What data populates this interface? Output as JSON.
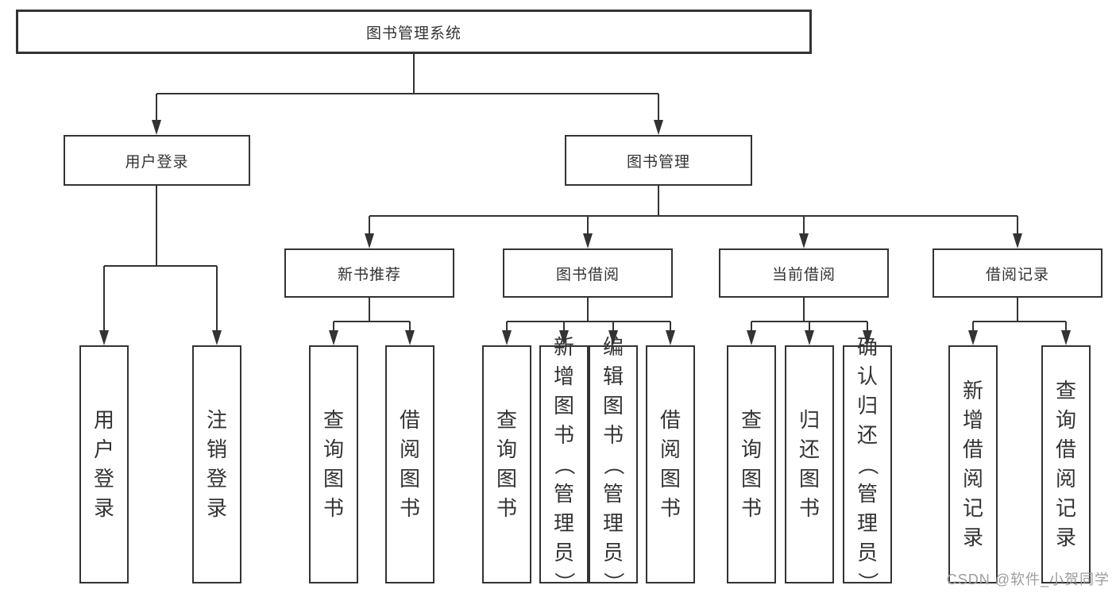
{
  "diagram": {
    "title_node": {
      "label": "图书管理系统"
    },
    "level2": [
      {
        "id": "user-login",
        "label": "用户登录"
      },
      {
        "id": "book-management",
        "label": "图书管理"
      }
    ],
    "level3": [
      {
        "id": "new-book-recommendation",
        "label": "新书推荐",
        "parent": "图书管理"
      },
      {
        "id": "book-borrowing",
        "label": "图书借阅",
        "parent": "图书管理"
      },
      {
        "id": "current-borrowing",
        "label": "当前借阅",
        "parent": "图书管理"
      },
      {
        "id": "borrowing-records",
        "label": "借阅记录",
        "parent": "图书管理"
      }
    ],
    "leaves": [
      {
        "id": "leaf-user-login",
        "label": "用户登录",
        "parent": "用户登录"
      },
      {
        "id": "leaf-logout",
        "label": "注销登录",
        "parent": "用户登录"
      },
      {
        "id": "leaf-query-books-recommend",
        "label": "查询图书",
        "parent": "新书推荐"
      },
      {
        "id": "leaf-borrow-books-recommend",
        "label": "借阅图书",
        "parent": "新书推荐"
      },
      {
        "id": "leaf-query-books-borrow",
        "label": "查询图书",
        "parent": "图书借阅"
      },
      {
        "id": "leaf-add-books-admin",
        "label": "新增图书（管理员）",
        "parent": "图书借阅"
      },
      {
        "id": "leaf-edit-books-admin",
        "label": "编辑图书（管理员）",
        "parent": "图书借阅"
      },
      {
        "id": "leaf-borrow-books",
        "label": "借阅图书",
        "parent": "图书借阅"
      },
      {
        "id": "leaf-query-books-current",
        "label": "查询图书",
        "parent": "当前借阅"
      },
      {
        "id": "leaf-return-books",
        "label": "归还图书",
        "parent": "当前借阅"
      },
      {
        "id": "leaf-confirm-return-admin",
        "label": "确认归还（管理员）",
        "parent": "当前借阅"
      },
      {
        "id": "leaf-add-borrow-record",
        "label": "新增借阅记录",
        "parent": "借阅记录"
      },
      {
        "id": "leaf-query-borrow-record",
        "label": "查询借阅记录",
        "parent": "借阅记录"
      }
    ],
    "watermark": "CSDN @软件_小贺同学",
    "colors": {
      "line": "#333333",
      "border": "#333333",
      "text": "#333333",
      "background": "#ffffff",
      "watermark": "#9c9c9c"
    }
  }
}
